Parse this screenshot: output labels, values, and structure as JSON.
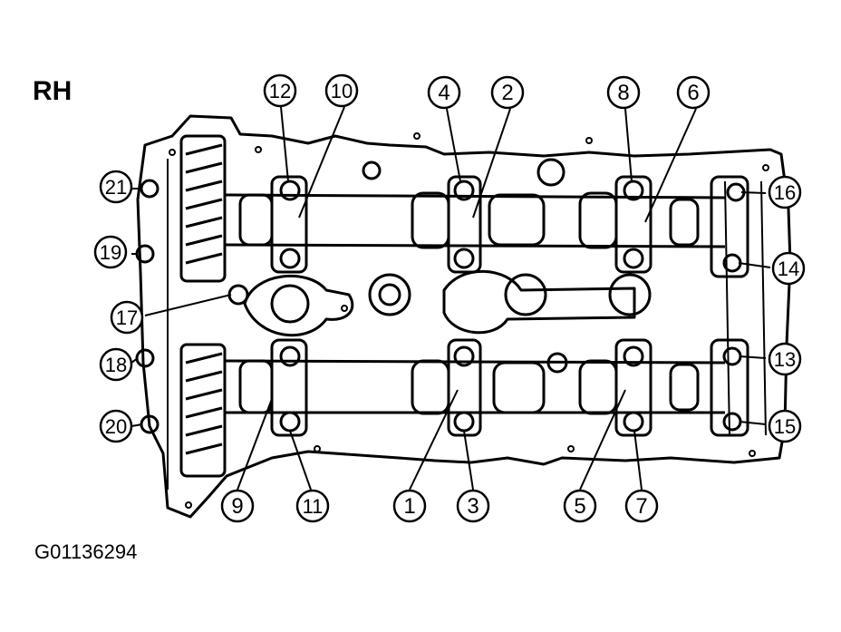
{
  "diagram": {
    "side_label": "RH",
    "figure_id": "G01136294",
    "callouts": [
      {
        "id": "c1",
        "label": "1"
      },
      {
        "id": "c2",
        "label": "2"
      },
      {
        "id": "c3",
        "label": "3"
      },
      {
        "id": "c4",
        "label": "4"
      },
      {
        "id": "c5",
        "label": "5"
      },
      {
        "id": "c6",
        "label": "6"
      },
      {
        "id": "c7",
        "label": "7"
      },
      {
        "id": "c8",
        "label": "8"
      },
      {
        "id": "c9",
        "label": "9"
      },
      {
        "id": "c10",
        "label": "10"
      },
      {
        "id": "c11",
        "label": "11"
      },
      {
        "id": "c12",
        "label": "12"
      },
      {
        "id": "c13",
        "label": "13"
      },
      {
        "id": "c14",
        "label": "14"
      },
      {
        "id": "c15",
        "label": "15"
      },
      {
        "id": "c16",
        "label": "16"
      },
      {
        "id": "c17",
        "label": "17"
      },
      {
        "id": "c18",
        "label": "18"
      },
      {
        "id": "c19",
        "label": "19"
      },
      {
        "id": "c20",
        "label": "20"
      },
      {
        "id": "c21",
        "label": "21"
      }
    ]
  }
}
